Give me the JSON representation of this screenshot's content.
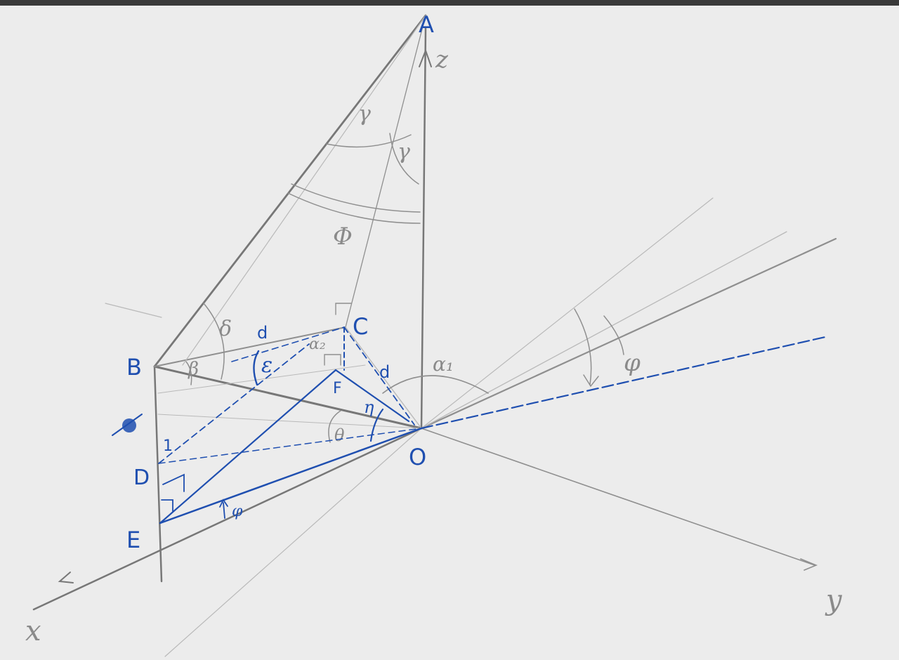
{
  "points": {
    "A": "A",
    "B": "B",
    "C": "C",
    "D": "D",
    "E": "E",
    "F": "F",
    "O": "O"
  },
  "axes": {
    "x": "x",
    "y": "y",
    "z": "z"
  },
  "angles": {
    "gamma": "γ",
    "phi_upper": "Φ",
    "delta": "δ",
    "beta": "β",
    "epsilon": "ε",
    "alpha1": "α₁",
    "alpha2": "α₂",
    "psi": "φ",
    "psi_bottom": "φ",
    "theta": "θ",
    "eta": "η"
  },
  "segments": {
    "d": "d",
    "one": "1"
  },
  "colors": {
    "paper": "#ececec",
    "pencil": "#8f8f8f",
    "ink": "#1f4fb0"
  }
}
